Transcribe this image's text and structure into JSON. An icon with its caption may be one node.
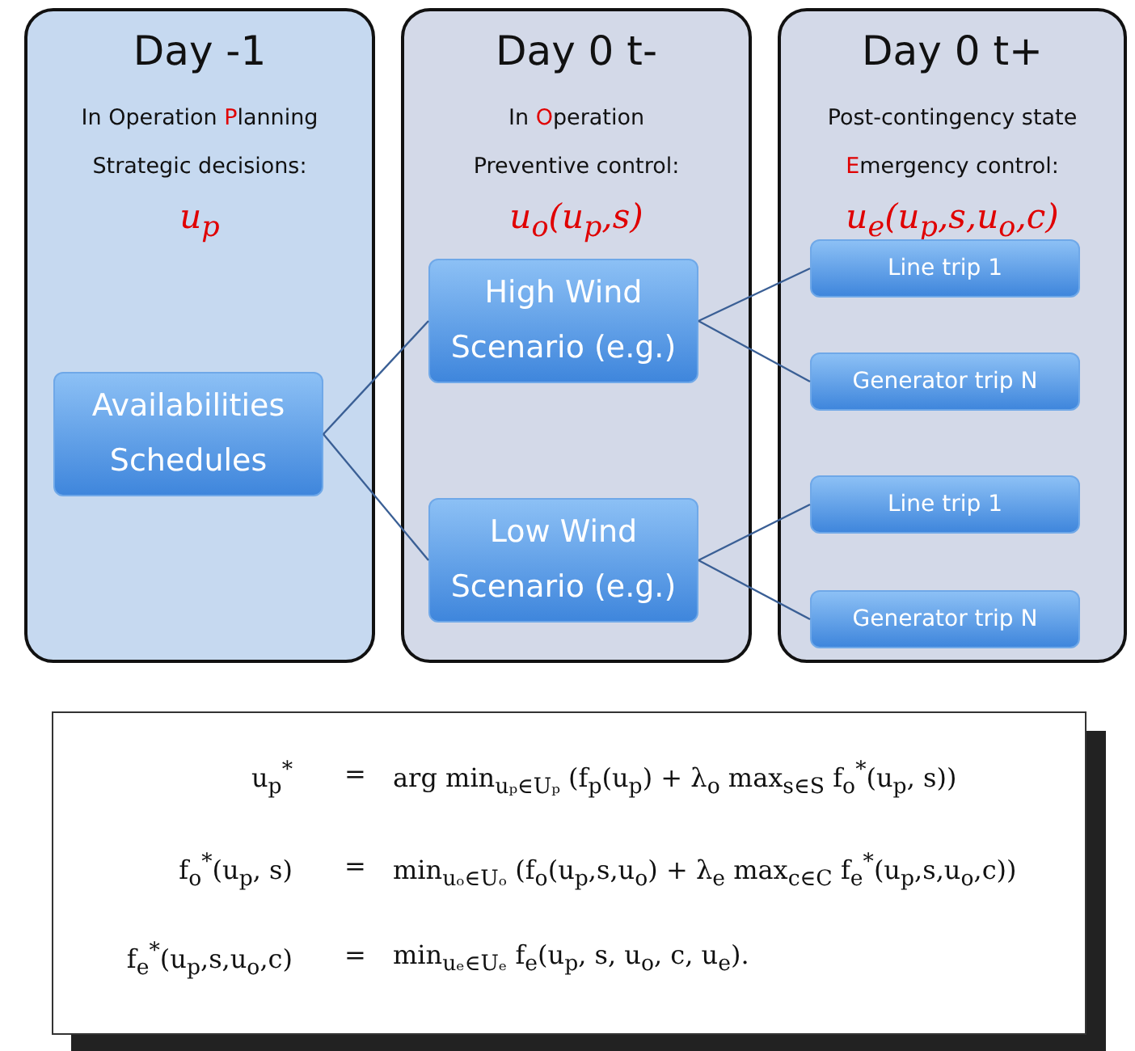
{
  "diagram": {
    "nodes": [
      {
        "text": [
          "Day -1",
          "In Operation **P**lanning",
          "Strategic decisions:",
          "u$_{p}$"
        ]
      },
      {
        "text": [
          "Day 0 t-",
          "In **O**peration",
          "Preventive control:",
          "u$_{o}$(u$_{p}$,s)"
        ]
      },
      {
        "text": [
          "Day 0 t+",
          "Post-contingency state",
          "**E**mergency control:",
          "u$_{e}$(u$_{p}$,s,u$_{o}$,c)"
        ]
      },
      {
        "text": [
          "Availabilities Schedules"
        ],
        "in": 0
      },
      {
        "text": [
          "High Wind Scenario (e.g.)"
        ],
        "in": 1
      },
      {
        "text": [
          "Low Wind Scenario (e.g.)"
        ],
        "in": 1
      },
      {
        "text": [
          "Line trip 1"
        ],
        "in": 2
      },
      {
        "text": [
          "Generator trip N"
        ],
        "in": 2
      },
      {
        "text": [
          "Line trip 1"
        ],
        "in": 2
      },
      {
        "text": [
          "Generator trip N"
        ],
        "in": 2
      }
    ],
    "edges": [
      {
        "from": 3,
        "to": 4,
        "arrow": "none"
      },
      {
        "from": 3,
        "to": 5,
        "arrow": "none"
      },
      {
        "from": 4,
        "to": 6,
        "arrow": "none"
      },
      {
        "from": 4,
        "to": 7,
        "arrow": "none"
      },
      {
        "from": 5,
        "to": 8,
        "arrow": "none"
      },
      {
        "from": 5,
        "to": 9,
        "arrow": "none"
      }
    ],
    "labels": [
      "u$_{p}$$^{*}$",
      "=",
      "arg min$_{uₚ∈Uₚ}$ (f$_{p}$(u$_{p}$) + λ$_{o}$ max$_{s∈S}$ f$_{o}$$^{*}$(u$_{p}$, s))",
      "f$_{o}$$^{*}$(u$_{p}$, s)",
      "=",
      "min$_{uₒ∈Uₒ}$ (f$_{o}$(u$_{p}$,s,u$_{o}$) + λ$_{e}$ max$_{c∈C}$ f$_{e}$$^{*}$(u$_{p}$,s,u$_{o}$,c))",
      "f$_{e}$$^{*}$(u$_{p}$,s,u$_{o}$,c)",
      "=",
      "min$_{uₑ∈Uₑ}$ f$_{e}$(u$_{p}$, s, u$_{o}$, c, u$_{e}$)."
    ]
  }
}
